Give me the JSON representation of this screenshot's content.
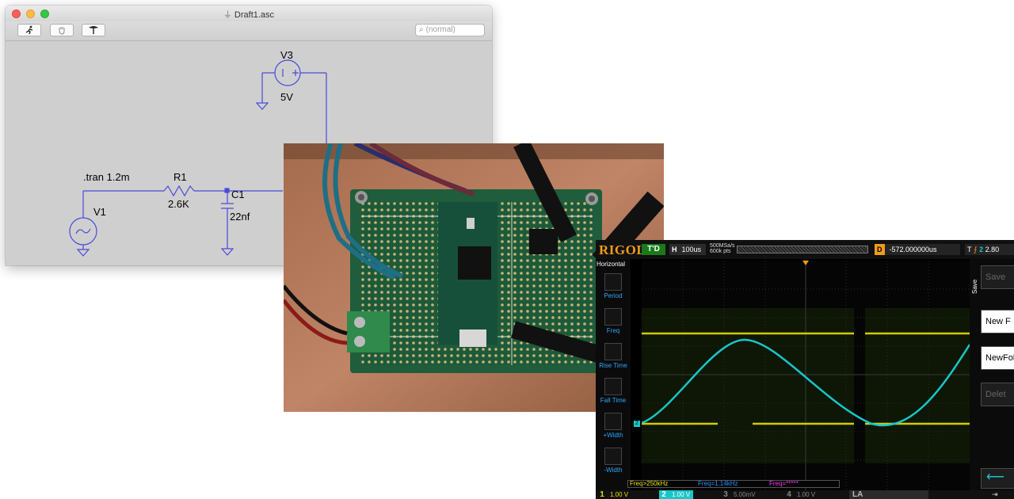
{
  "ltspice": {
    "title": "Draft1.asc",
    "search_placeholder": "(normal)",
    "labels": {
      "v3": "V3",
      "v3_value": "5V",
      "tran": ".tran 1.2m",
      "r1": "R1",
      "r1_value": "2.6K",
      "c1": "C1",
      "c1_value": "22nf",
      "v1": "V1"
    },
    "colors": {
      "wire": "#4a4ad8",
      "canvas": "#cfcfcf"
    }
  },
  "scope": {
    "brand": "RIGOL",
    "trigger_status": "T'D",
    "h_label": "H",
    "timebase": "100us",
    "sample_rate": "500MSa/s",
    "mem_depth": "600k pts",
    "delay_label": "D",
    "delay_value": "-572.000000us",
    "trigger_label": "T",
    "trigger_level": "2.80",
    "left_menu_title": "Horizontal",
    "left_menu": [
      "Period",
      "Freq",
      "Rise Time",
      "Fall Time",
      "+Width",
      "-Width"
    ],
    "right_menu": {
      "title": "Save",
      "buttons": [
        "Save",
        "New F",
        "NewFol",
        "Delet"
      ]
    },
    "freq_readouts": [
      "Freq>250kHz",
      "Freq=1.14kHz",
      "Freq=*****"
    ],
    "channels": [
      {
        "num": "1",
        "value": "1.00 V",
        "color": "#e7e000"
      },
      {
        "num": "2",
        "value": "1.00 V",
        "color": "#19c6c9"
      },
      {
        "num": "3",
        "value": "5.00mV",
        "color": "#ff30ff"
      },
      {
        "num": "4",
        "value": "1.00 V",
        "color": "#2090ff"
      }
    ],
    "la_label": "LA",
    "colors": {
      "ch1": "#e7e000",
      "ch2": "#19c6c9",
      "accent": "#f39a1c"
    }
  }
}
